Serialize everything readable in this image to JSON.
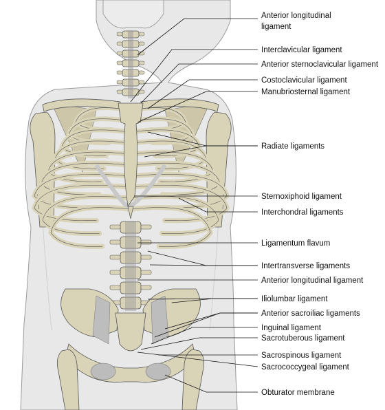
{
  "labels": {
    "anterior_longitudinal_ligament_upper": [
      "Anterior longitudinal",
      "ligament"
    ],
    "interclavicular_ligament": "Interclavicular ligament",
    "anterior_sternoclavicular_ligament": "Anterior sternoclavicular ligament",
    "costoclavicular_ligament": "Costoclavicular ligament",
    "manubriosternal_ligament": "Manubriosternal ligament",
    "radiate_ligaments": "Radiate ligaments",
    "sternoxiphoid_ligament": "Sternoxiphoid ligament",
    "interchondral_ligaments": "Interchondral ligaments",
    "ligamentum_flavum": "Ligamentum flavum",
    "intertransverse_ligaments": "Intertransverse ligaments",
    "anterior_longitudinal_ligament_lower": "Anterior longitudinal ligament",
    "iliolumbar_ligament": "Iliolumbar ligament",
    "anterior_sacroiliac_ligaments": "Anterior sacroiliac ligaments",
    "inguinal_ligament": "Inguinal ligament",
    "sacrotuberous_ligament": "Sacrotuberous ligament",
    "sacrospinous_ligament": "Sacrospinous ligament",
    "sacrococcygeal_ligament": "Sacrococcygeal ligament",
    "obturator_membrane": "Obturator membrane"
  },
  "colors": {
    "bone": "#d9d3b8",
    "bone_shade": "#b8af8e",
    "body_silhouette": "#e6e6e6",
    "ligament": "#9a9a9a",
    "outline": "#555555",
    "text": "#111111"
  }
}
